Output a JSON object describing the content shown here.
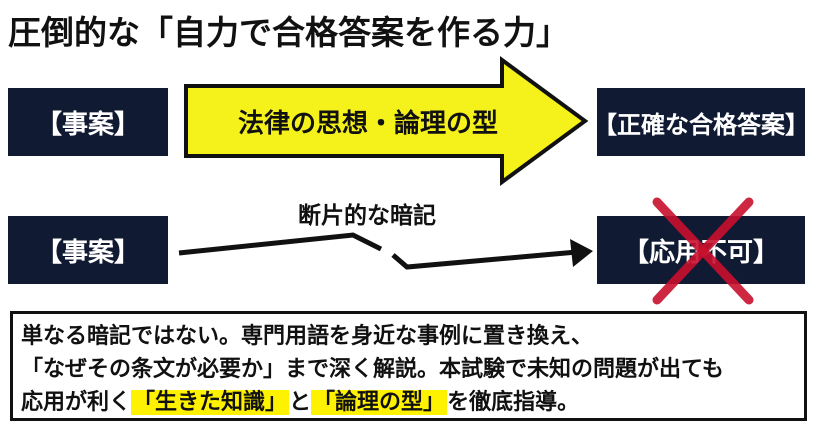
{
  "title": "圧倒的な「自力で合格答案を作る力」",
  "flow_top": {
    "input": "【事案】",
    "arrow_label": "法律の思想・論理の型",
    "output": "【正確な合格答案】"
  },
  "flow_bottom": {
    "input": "【事案】",
    "path_label": "断片的な暗記",
    "output": "【応用不可】"
  },
  "description": {
    "line1": "単なる暗記ではない。専門用語を身近な事例に置き換え、",
    "line2": "「なぜその条文が必要か」まで深く解説。本試験で未知の問題が出ても",
    "line3_pre": "応用が利く",
    "line3_hl1": "「生きた知識」",
    "line3_mid": "と",
    "line3_hl2": "「論理の型」",
    "line3_post": "を徹底指導。"
  },
  "colors": {
    "box_bg": "#111a33",
    "arrow_fill": "#f5f11b",
    "highlight": "#fff200",
    "cross": "#c8102e"
  }
}
